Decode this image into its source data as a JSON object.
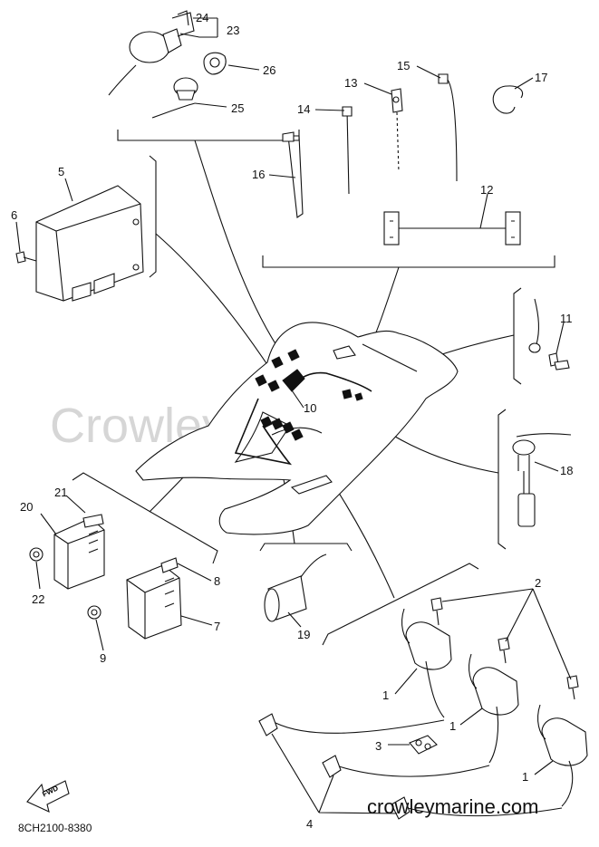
{
  "watermark": "Crowley Marine",
  "site_url": "crowleymarine.com",
  "diagram_code": "8CH2100-8380",
  "fwd_label": "FWD",
  "callouts": {
    "c1a": "1",
    "c1b": "1",
    "c1c": "1",
    "c2": "2",
    "c3": "3",
    "c4": "4",
    "c5": "5",
    "c6": "6",
    "c7": "7",
    "c8": "8",
    "c9": "9",
    "c10": "10",
    "c11": "11",
    "c12": "12",
    "c13": "13",
    "c14": "14",
    "c15": "15",
    "c16": "16",
    "c17": "17",
    "c18": "18",
    "c19": "19",
    "c20": "20",
    "c21": "21",
    "c22": "22",
    "c23": "23",
    "c24": "24",
    "c25": "25",
    "c26": "26"
  }
}
